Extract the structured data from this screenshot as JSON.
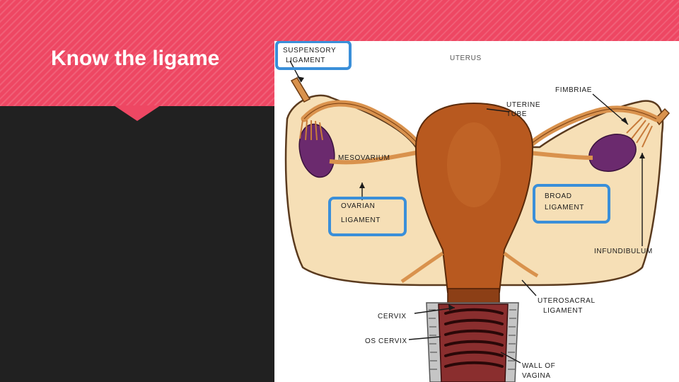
{
  "slide": {
    "title": "Know the ligaments: Ovarian, Suspensory, Broad, Uterosacral",
    "title_visible": "Know the ligame"
  },
  "colors": {
    "header": "#ee4763",
    "slide_bg": "#212121",
    "highlight_box": "#3a8fd9",
    "uterus": "#b8591f",
    "ovary": "#6b2a6e",
    "broad_ligament": "#f6dfb6"
  },
  "diagram": {
    "labels": {
      "suspensory_line1": "SUSPENSORY",
      "suspensory_line2": "LIGAMENT",
      "uterus": "UTERUS",
      "fimbriae": "FIMBRIAE",
      "uterine_tube_line1": "UTERINE",
      "uterine_tube_line2": "TUBE",
      "mesovarium": "MESOVARIUM",
      "ovarian_line1": "OVARIAN",
      "ovarian_line2": "LIGAMENT",
      "broad_line1": "BROAD",
      "broad_line2": "LIGAMENT",
      "infundibulum": "INFUNDIBULUM",
      "uterosacral_line1": "UTEROSACRAL",
      "uterosacral_line2": "LIGAMENT",
      "cervix": "CERVIX",
      "os_cervix": "OS CERVIX",
      "wall_line1": "WALL OF",
      "wall_line2": "VAGINA"
    }
  }
}
